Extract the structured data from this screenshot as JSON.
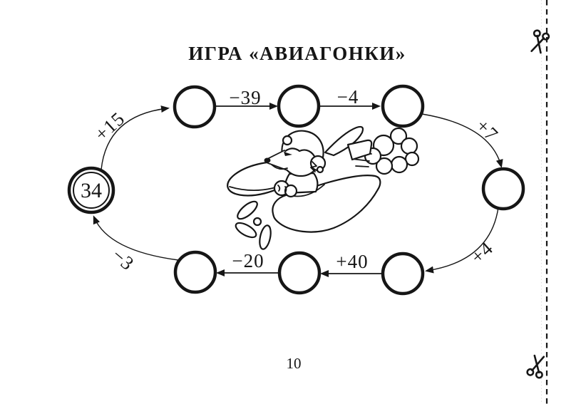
{
  "page": {
    "title": "ИГРА «АВИАГОНКИ»",
    "page_number": "10"
  },
  "colors": {
    "ink": "#161616",
    "paper": "#ffffff",
    "pilot_cap_gray": "#a9a9a9"
  },
  "icons": {
    "scissors": "scissors-icon (cut-here mark, ✂)"
  },
  "game": {
    "start_value": "34",
    "nodes": [
      {
        "id": "start",
        "value": "34",
        "style": "double-ring"
      },
      {
        "id": "top-1",
        "value": ""
      },
      {
        "id": "top-2",
        "value": ""
      },
      {
        "id": "top-3",
        "value": ""
      },
      {
        "id": "right",
        "value": ""
      },
      {
        "id": "bottom-right",
        "value": ""
      },
      {
        "id": "bottom-middle",
        "value": ""
      },
      {
        "id": "bottom-left",
        "value": ""
      }
    ],
    "operations": [
      {
        "label": "+15",
        "from": "start",
        "to": "top-1"
      },
      {
        "label": "−39",
        "from": "top-1",
        "to": "top-2"
      },
      {
        "label": "−4",
        "from": "top-2",
        "to": "top-3"
      },
      {
        "label": "+7",
        "from": "top-3",
        "to": "right"
      },
      {
        "label": "+4",
        "from": "right",
        "to": "bottom-right"
      },
      {
        "label": "+40",
        "from": "bottom-right",
        "to": "bottom-middle"
      },
      {
        "label": "−20",
        "from": "bottom-middle",
        "to": "bottom-left"
      },
      {
        "label": "−3",
        "from": "bottom-left",
        "to": "start"
      }
    ],
    "illustration": "cartoon dog pilot in gray aviator cap flying a propeller plane with smoke puffs"
  }
}
